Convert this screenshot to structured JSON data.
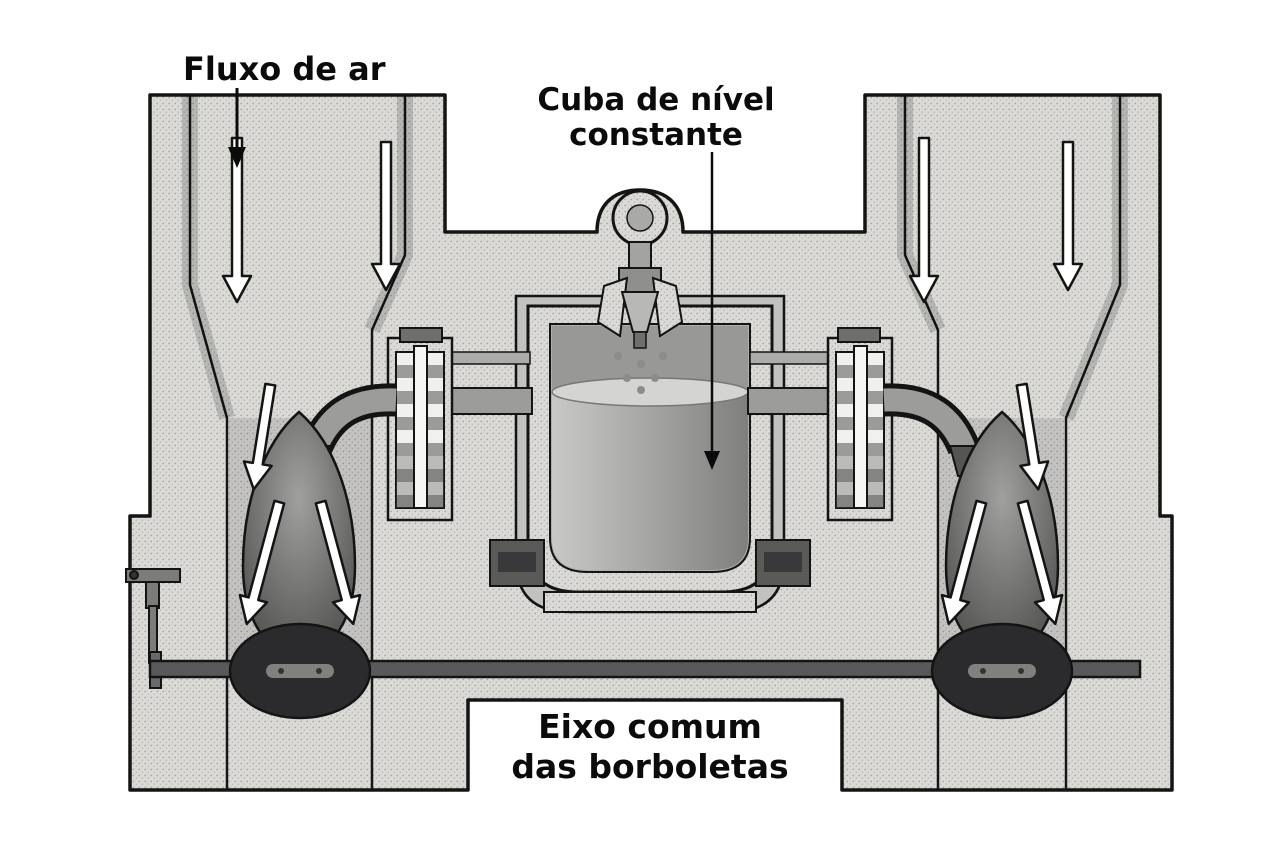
{
  "figure": {
    "type": "technical-diagram",
    "subject": "Dual carburetor cross-section",
    "background_color": "#ffffff",
    "labels": {
      "air_flow": "Fluxo de ar",
      "float_bowl_line1": "Cuba de nível",
      "float_bowl_line2": "constante",
      "shaft_line1": "Eixo comum",
      "shaft_line2": "das borboletas"
    },
    "colors": {
      "body_stipple": "#dbdad7",
      "cavity_gray": "#c2c2c0",
      "fuel_light": "#c8c8c6",
      "fuel_dark": "#7f7f7d",
      "venturi_dark": "#454543",
      "butterfly": "#2b2b2d",
      "shaft": "#59595b",
      "outline": "#141414",
      "arrow_fill": "#ffffff"
    },
    "parts": [
      "left-intake-barrel",
      "right-intake-barrel",
      "float-chamber",
      "needle-valve",
      "emulsion-tube-left",
      "emulsion-tube-right",
      "venturi-spray-left",
      "venturi-spray-right",
      "butterfly-valve-left",
      "butterfly-valve-right",
      "common-throttle-shaft",
      "throttle-lever"
    ]
  }
}
